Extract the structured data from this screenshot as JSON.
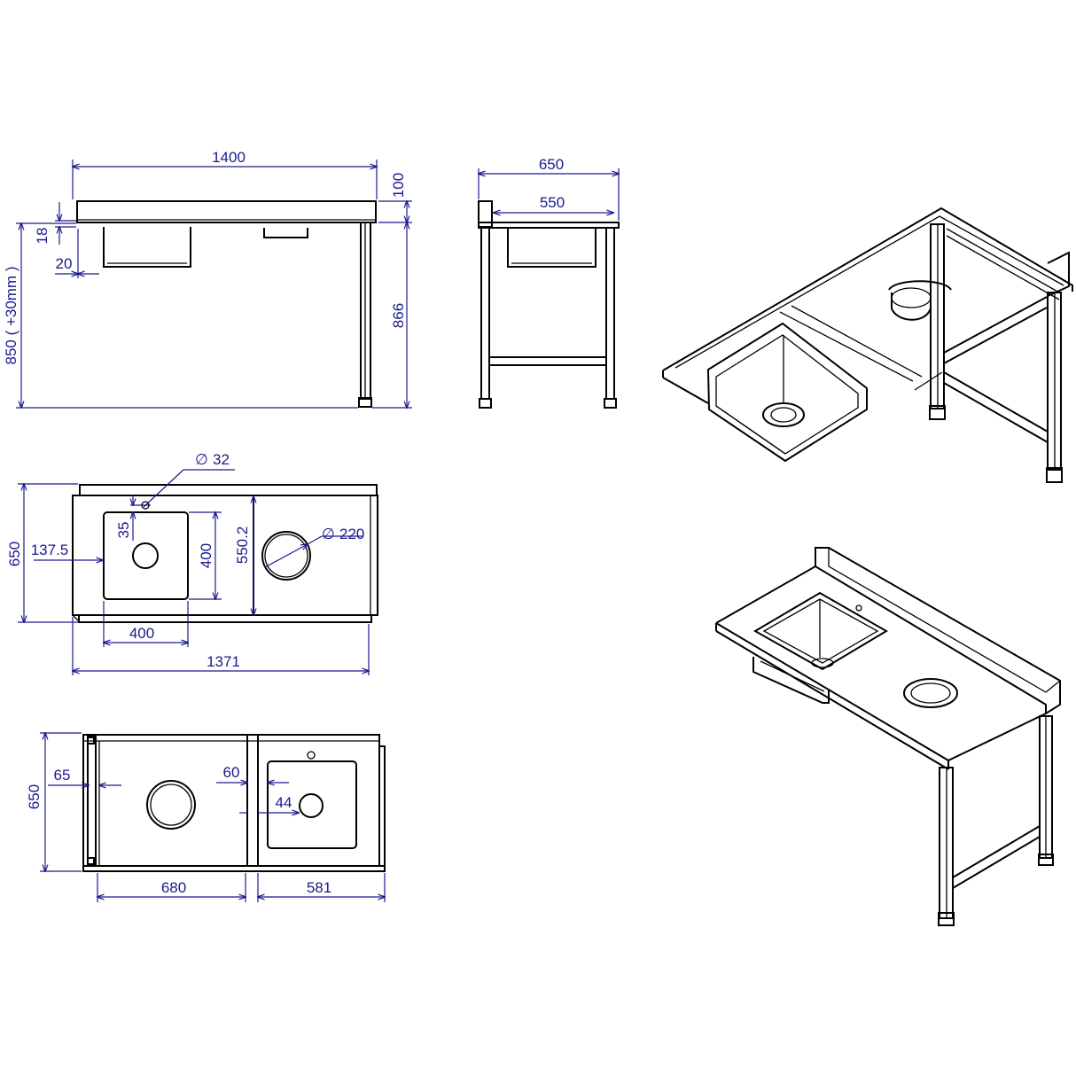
{
  "colors": {
    "dimension": "#1a1a8c",
    "outline": "#000000",
    "background": "#ffffff"
  },
  "front_view": {
    "width": "1400",
    "backsplash": "100",
    "rim": "18",
    "rim_offset": "20",
    "total_height": "850 ( +30mm )",
    "leg_height": "866"
  },
  "side_view": {
    "depth": "650",
    "inner_depth": "550"
  },
  "top_view": {
    "tap_hole": "32",
    "tap_offset": "35",
    "depth": "650",
    "sink_offset": "137.5",
    "sink_depth": "400",
    "hole_offset": "550.2",
    "waste_hole": "220",
    "sink_width": "400",
    "length": "1371"
  },
  "plan_view": {
    "depth": "650",
    "edge": "65",
    "sink_gap": "60",
    "drain_offset": "44",
    "left_length": "680",
    "right_length": "581"
  },
  "diameter_symbol": "∅"
}
